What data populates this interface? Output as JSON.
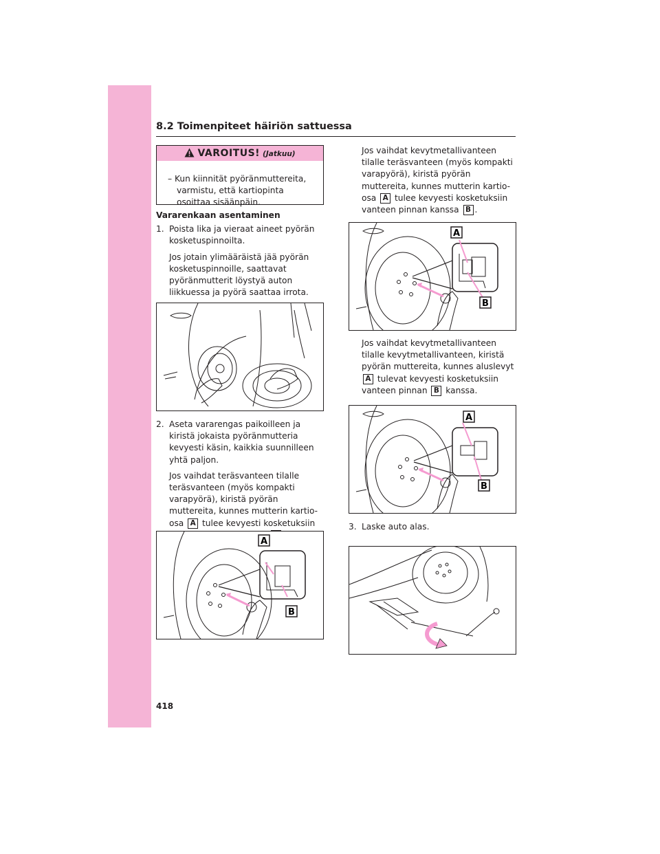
{
  "header": {
    "section_title": "8.2 Toimenpiteet häiriön sattuessa"
  },
  "page": {
    "number": "418"
  },
  "warning": {
    "title": "VAROITUS!",
    "continued": "(Jatkuu)",
    "item": "– Kun kiinnität pyöränmuttereita, varmistu, että kartiopinta osoittaa sisäänpäin."
  },
  "left": {
    "subheading": "Vararenkaan asentaminen",
    "step1_num": "1.",
    "step1": "Poista lika ja vieraat aineet pyörän kosketuspinnoilta.",
    "step1_note": "Jos jotain ylimääräistä jää pyörän kosketuspinnoille, saattavat pyöränmutterit löystyä auton liikkuessa ja pyörä saattaa irrota.",
    "step2_num": "2.",
    "step2": "Aseta vararengas paikoilleen ja kiristä jokaista pyöränmutteria kevyesti käsin, kaikkia suunnilleen yhtä paljon.",
    "step2_note_a": "Jos vaihdat teräsvanteen tilalle teräsvanteen (myös kompakti varapyörä), kiristä pyörän muttereita, kunnes mutterin kartio-osa",
    "step2_note_b": "tulee kevyesti kosketuksiin vanteen pinnan kanssa",
    "step2_note_c": "."
  },
  "right": {
    "note1_a": "Jos vaihdat kevytmetallivanteen tilalle teräsvanteen (myös kompakti varapyörä), kiristä pyörän muttereita, kunnes mutterin kartio-osa",
    "note1_b": "tulee kevyesti kosketuksiin vanteen pinnan kanssa",
    "note1_c": ".",
    "note2_a": "Jos vaihdat kevytmetallivanteen tilalle kevytmetallivanteen, kiristä pyörän muttereita, kunnes aluslevyt",
    "note2_b": "tulevat kevyesti kosketuksiin vanteen pinnan",
    "note2_c": "kanssa.",
    "step3_num": "3.",
    "step3": "Laske auto alas."
  },
  "labels": {
    "a": "A",
    "b": "B"
  },
  "colors": {
    "accent_pink": "#f5b4d6",
    "arrow_pink": "#f59bd0",
    "ink": "#231f20"
  }
}
